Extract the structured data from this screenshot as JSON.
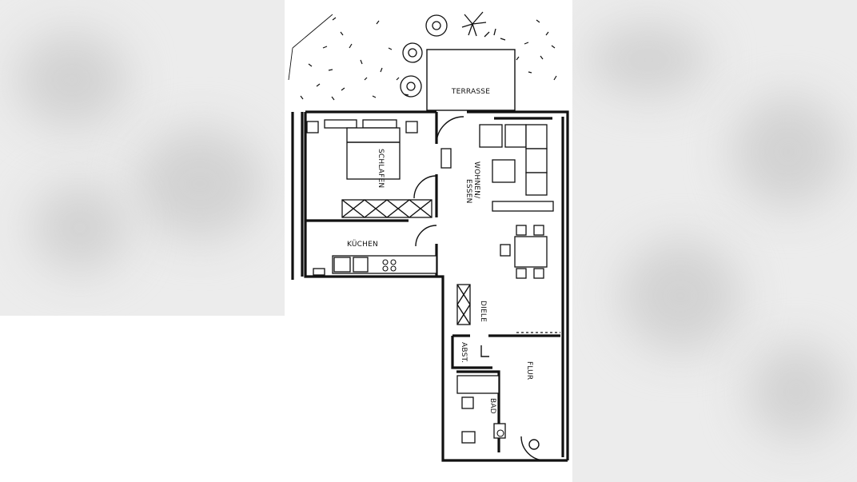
{
  "floorplan": {
    "rooms": {
      "terrace": "TERRASSE",
      "bedroom": "SCHLAFEN",
      "living": "WOHNEN/\nESSEN",
      "kitchen": "KÜCHEN",
      "hall": "DIELE",
      "storage": "ABST.",
      "corridor": "FLUR",
      "bath": "BAD"
    }
  }
}
